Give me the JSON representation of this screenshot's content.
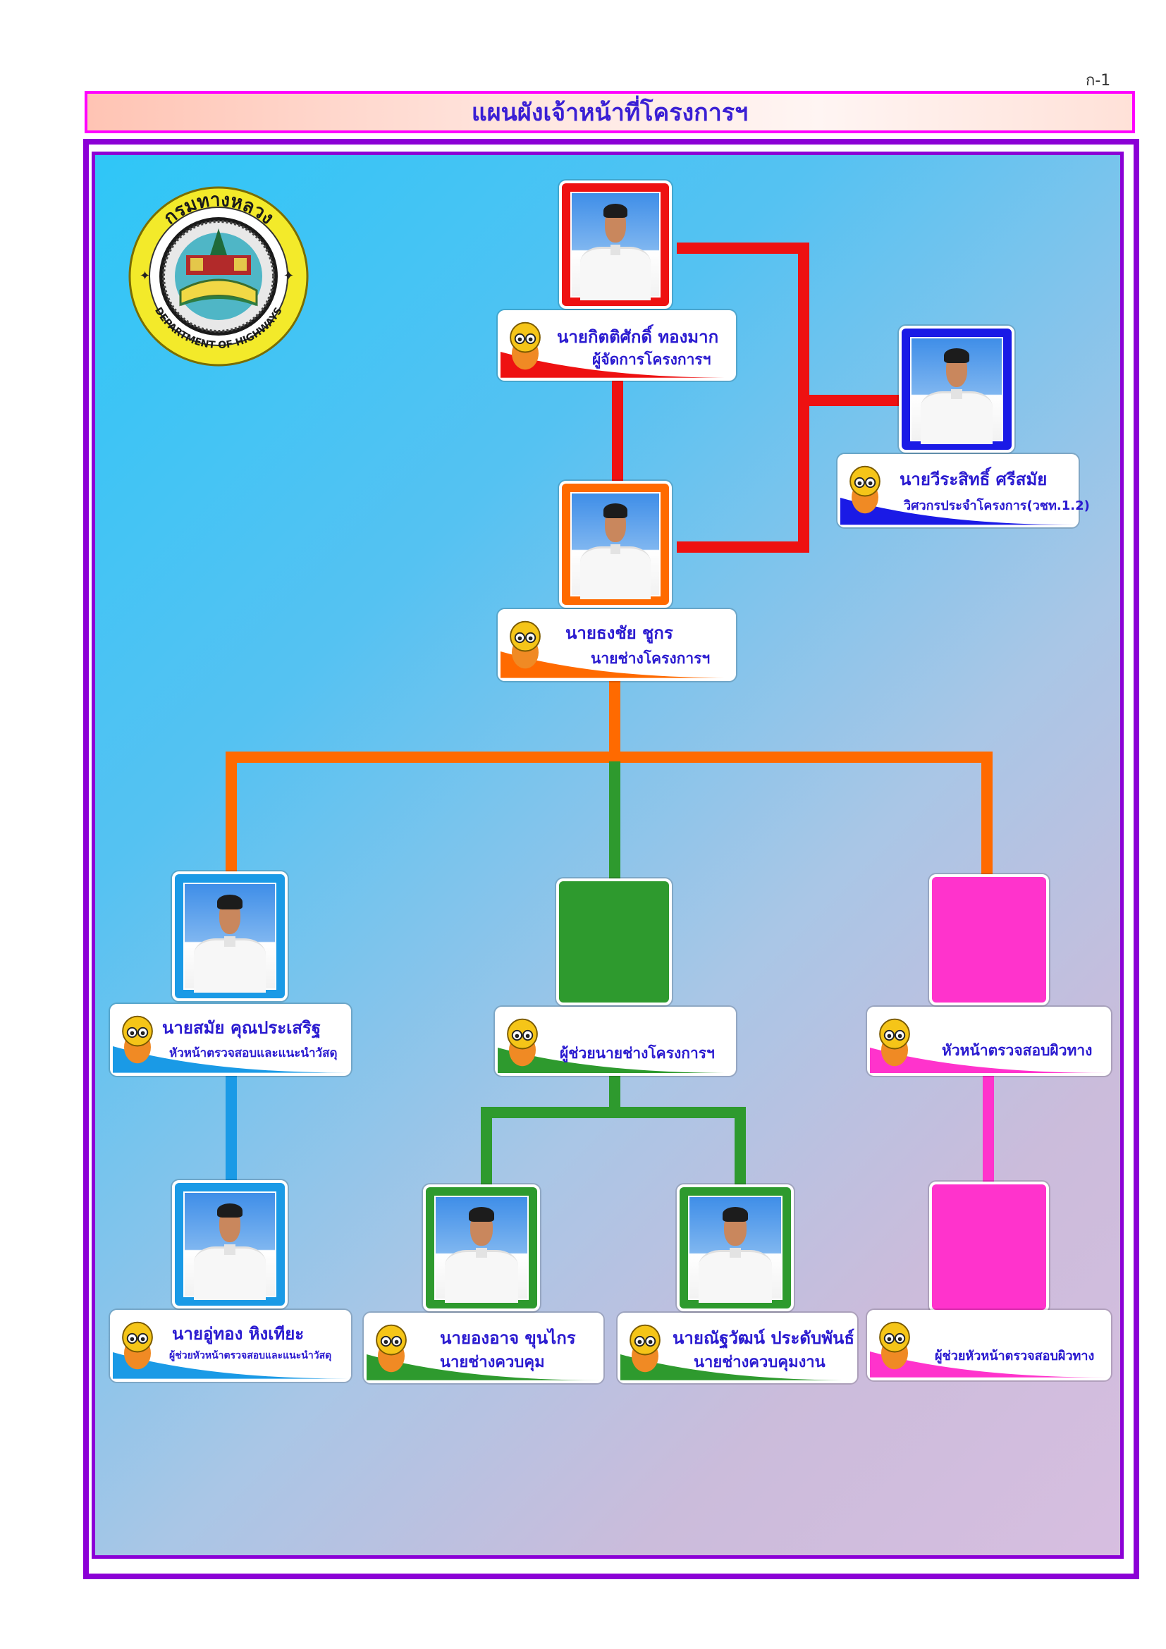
{
  "page_number": "ก-1",
  "title": "แผนผังเจ้าหน้าที่โครงการฯ",
  "logo": {
    "top_text": "กรมทางหลวง",
    "bottom_text": "DEPARTMENT OF HIGHWAYS",
    "icon": "department-of-highways-seal"
  },
  "colors": {
    "frame": "#8b00d6",
    "title_border": "#ff00ff",
    "title_text": "#3a1fd4",
    "manager": "#ee1111",
    "engineer": "#ff6a00",
    "consultant": "#1a1ae6",
    "materials": "#1a9ae6",
    "assistant": "#2e9a2e",
    "inspection": "#ff33cc"
  },
  "nodes": {
    "manager": {
      "name": "นายกิตติศักดิ์  ทองมาก",
      "role": "ผู้จัดการโครงการฯ"
    },
    "consultant": {
      "name": "นายวีระสิทธิ์  ศรีสมัย",
      "role": "วิศวกรประจำโครงการ(วชท.1.2)"
    },
    "engineer": {
      "name": "นายธงชัย  ชูกร",
      "role": "นายช่างโครงการฯ"
    },
    "materials_head": {
      "name": "นายสมัย  คุณประเสริฐ",
      "role": "หัวหน้าตรวจสอบและแนะนำวัสดุ"
    },
    "assistant_engineer": {
      "name": "",
      "role": "ผู้ช่วยนายช่างโครงการฯ"
    },
    "surface_head": {
      "name": "",
      "role": "หัวหน้าตรวจสอบผิวทาง"
    },
    "materials_assistant": {
      "name": "นายอู่ทอง  หิงเทียะ",
      "role": "ผู้ช่วยหัวหน้าตรวจสอบและแนะนำวัสดุ"
    },
    "controller_1": {
      "name": "นายองอาจ  ขุนไกร",
      "role": "นายช่างควบคุม"
    },
    "controller_2": {
      "name": "นายณัฐวัฒน์  ประดับพันธ์",
      "role": "นายช่างควบคุมงาน"
    },
    "surface_assistant": {
      "name": "",
      "role": "ผู้ช่วยหัวหน้าตรวจสอบผิวทาง"
    }
  }
}
